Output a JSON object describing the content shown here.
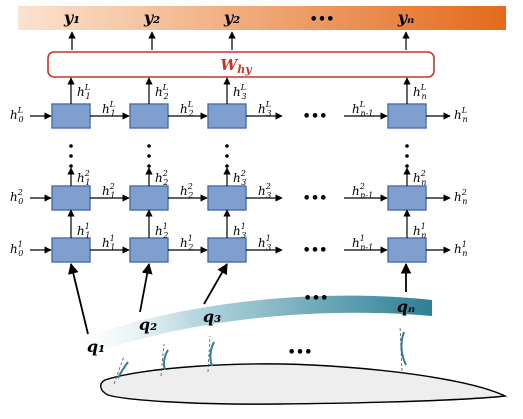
{
  "outputs": [
    "y₁",
    "y₂",
    "y₂",
    "•••",
    "yₙ"
  ],
  "whhy_label": "W",
  "whhy_sub": "hy",
  "ellipsis": "•••",
  "vertical_dots": "⋮",
  "top_layer": {
    "h0": "h",
    "h0_sup": "L",
    "h0_sub": "0",
    "hs": [
      "1",
      "2",
      "3"
    ],
    "sup": "L",
    "hn_minus": "n-1",
    "hn": "n"
  },
  "mid_layer": {
    "sup": "2"
  },
  "bottom_layer": {
    "sup": "1"
  },
  "inputs": [
    "q₁",
    "q₂",
    "q₃",
    "•••",
    "qₙ"
  ],
  "colors": {
    "banner_start": "#fbe3d0",
    "banner_end": "#e36a1b",
    "whhy_border": "#c0392b",
    "whhy_text": "#c0392b",
    "cell_fill": "#7f9fcf",
    "cell_border": "#4a6ea9",
    "input_band_start": "#ffffff",
    "input_band_end": "#2e7f95"
  }
}
